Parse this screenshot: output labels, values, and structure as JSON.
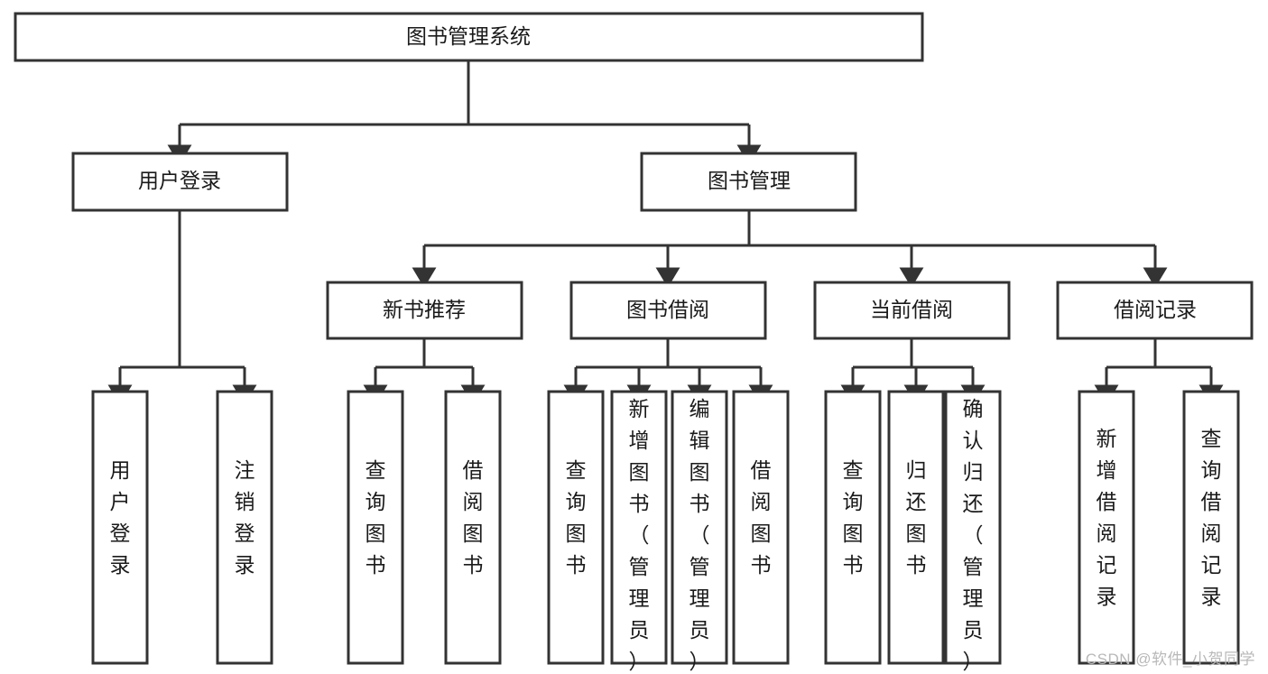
{
  "diagram": {
    "type": "tree",
    "title": "图书管理系统",
    "orientation": "top-down",
    "arrow_style": "filled-triangle",
    "colors": {
      "box_fill": "#ffffff",
      "box_stroke": "#333333",
      "connector": "#333333",
      "text": "#1a1a1a",
      "background": "#ffffff",
      "watermark": "#b8b8b8"
    },
    "root": {
      "id": "root",
      "label": "图书管理系统"
    },
    "level2": [
      {
        "id": "user-login",
        "label": "用户登录"
      },
      {
        "id": "book-management",
        "label": "图书管理"
      }
    ],
    "level3": [
      {
        "id": "new-book-recommend",
        "label": "新书推荐",
        "parent": "book-management"
      },
      {
        "id": "book-borrow",
        "label": "图书借阅",
        "parent": "book-management"
      },
      {
        "id": "current-borrow",
        "label": "当前借阅",
        "parent": "book-management"
      },
      {
        "id": "borrow-record",
        "label": "借阅记录",
        "parent": "book-management"
      }
    ],
    "leaves": {
      "user-login": [
        {
          "id": "leaf-user-login",
          "label": "用户登录"
        },
        {
          "id": "leaf-user-logout",
          "label": "注销登录"
        }
      ],
      "new-book-recommend": [
        {
          "id": "leaf-query-book-1",
          "label": "查询图书"
        },
        {
          "id": "leaf-borrow-book-1",
          "label": "借阅图书"
        }
      ],
      "book-borrow": [
        {
          "id": "leaf-query-book-2",
          "label": "查询图书"
        },
        {
          "id": "leaf-add-book",
          "label": "新增图书（管理员）"
        },
        {
          "id": "leaf-edit-book",
          "label": "编辑图书（管理员）"
        },
        {
          "id": "leaf-borrow-book-2",
          "label": "借阅图书"
        }
      ],
      "current-borrow": [
        {
          "id": "leaf-query-book-3",
          "label": "查询图书"
        },
        {
          "id": "leaf-return-book",
          "label": "归还图书"
        },
        {
          "id": "leaf-confirm-return",
          "label": "确认归还（管理员）"
        }
      ],
      "borrow-record": [
        {
          "id": "leaf-add-record",
          "label": "新增借阅记录"
        },
        {
          "id": "leaf-query-record",
          "label": "查询借阅记录"
        }
      ]
    }
  },
  "watermark": {
    "text": "CSDN @软件_小贺同学"
  }
}
